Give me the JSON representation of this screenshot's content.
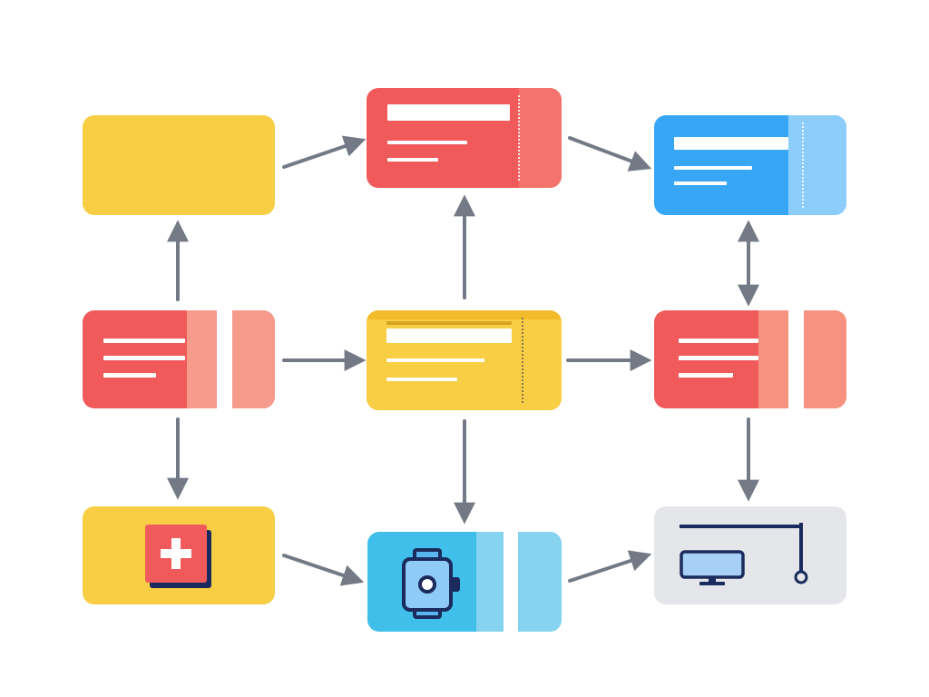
{
  "colors": {
    "yellow": "#f8ce44",
    "red": "#f05a5a",
    "blue": "#36a6f5",
    "cyan": "#3fbfe9",
    "gray": "#e4e6e9",
    "arrow": "#737a86",
    "icon_navy": "#1b2b5e"
  },
  "nodes": [
    {
      "id": "cart",
      "color": "yellow",
      "icon": "shopping-cart-icon"
    },
    {
      "id": "top-ticket",
      "color": "red",
      "content": "text-lines"
    },
    {
      "id": "top-right-ticket",
      "color": "blue",
      "content": "text-lines"
    },
    {
      "id": "mid-left-card",
      "color": "red",
      "content": "text-lines"
    },
    {
      "id": "center-ticket",
      "color": "yellow",
      "content": "text-lines"
    },
    {
      "id": "mid-right-card",
      "color": "red",
      "content": "text-lines"
    },
    {
      "id": "add",
      "color": "yellow",
      "icon": "plus-icon"
    },
    {
      "id": "device",
      "color": "cyan",
      "icon": "watch-icon"
    },
    {
      "id": "monitor",
      "color": "gray",
      "icon": "monitor-icon"
    }
  ],
  "edges": [
    {
      "from": "cart",
      "to": "top-ticket"
    },
    {
      "from": "top-ticket",
      "to": "top-right-ticket"
    },
    {
      "from": "mid-left-card",
      "to": "cart"
    },
    {
      "from": "center-ticket",
      "to": "top-ticket"
    },
    {
      "from": "top-right-ticket",
      "to": "mid-right-card",
      "bidirectional": true
    },
    {
      "from": "mid-left-card",
      "to": "center-ticket"
    },
    {
      "from": "center-ticket",
      "to": "mid-right-card"
    },
    {
      "from": "mid-left-card",
      "to": "add"
    },
    {
      "from": "center-ticket",
      "to": "device"
    },
    {
      "from": "mid-right-card",
      "to": "monitor"
    },
    {
      "from": "add",
      "to": "device"
    },
    {
      "from": "device",
      "to": "monitor"
    }
  ]
}
